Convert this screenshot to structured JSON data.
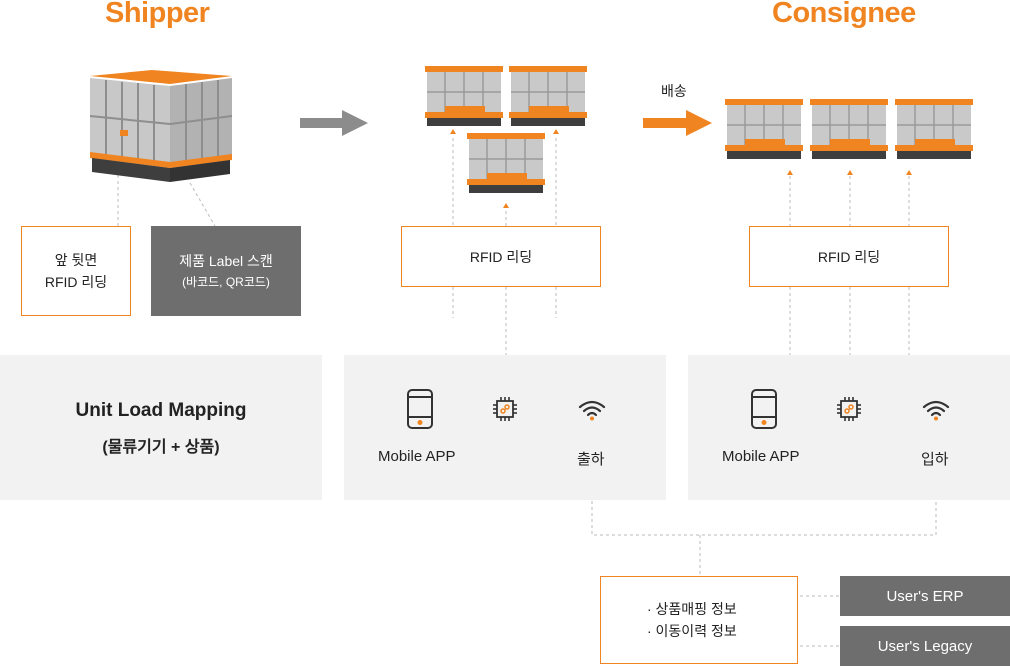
{
  "headings": {
    "shipper": "Shipper",
    "consignee": "Consignee"
  },
  "shipper": {
    "rfid_box": {
      "line1": "앞 뒷면",
      "line2": "RFID 리딩"
    },
    "scan_box": {
      "line1": "제품 Label 스캔",
      "line2": "(바코드, QR코드)"
    }
  },
  "delivery_label": "배송",
  "middle_rfid": "RFID 리딩",
  "right_rfid": "RFID 리딩",
  "panels": {
    "mapping": {
      "title": "Unit Load Mapping",
      "subtitle": "(물류기기 + 상품)"
    },
    "outbound": {
      "mobile": "Mobile APP",
      "status": "출하"
    },
    "inbound": {
      "mobile": "Mobile APP",
      "status": "입하"
    }
  },
  "info_box": {
    "line1": "· 상품매핑 정보",
    "line2": "· 이동이력 정보"
  },
  "systems": {
    "erp": "User's ERP",
    "legacy": "User's Legacy"
  },
  "colors": {
    "accent": "#f08420",
    "gray": "#6e6e6e",
    "panel": "#f2f2f2"
  }
}
